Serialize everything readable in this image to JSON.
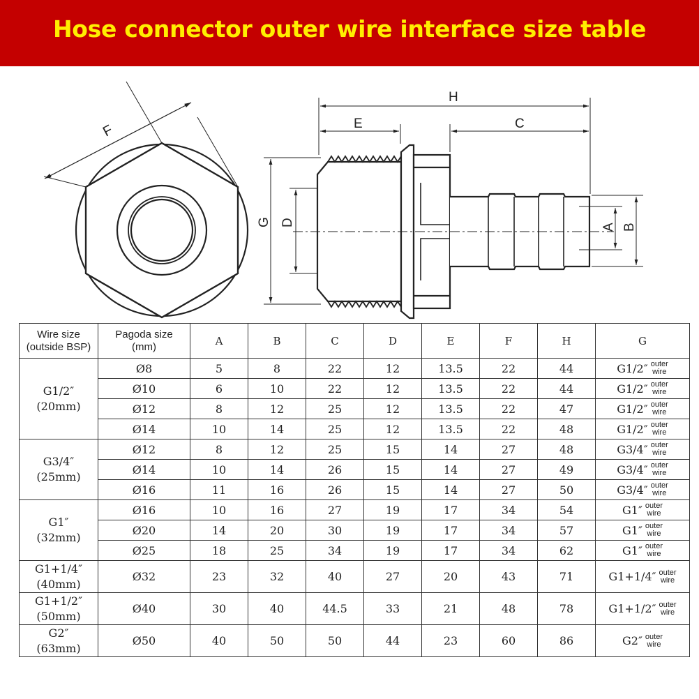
{
  "title": "Hose connector outer wire interface size table",
  "drawing": {
    "labels": {
      "F": "F",
      "H": "H",
      "E": "E",
      "C": "C",
      "G": "G",
      "D": "D",
      "A": "A",
      "B": "B"
    }
  },
  "table": {
    "headers": {
      "wire_size": [
        "Wire size",
        "(outside BSP)"
      ],
      "pagoda_size": [
        "Pagoda size",
        "(mm)"
      ],
      "A": "A",
      "B": "B",
      "C": "C",
      "D": "D",
      "E": "E",
      "F": "F",
      "H": "H",
      "G": "G"
    },
    "outer_note": [
      "outer",
      "wire"
    ],
    "groups": [
      {
        "size": "G1/2″",
        "mm": "(20mm)",
        "rows": [
          {
            "pagoda": "Ø8",
            "A": "5",
            "B": "8",
            "C": "22",
            "D": "12",
            "E": "13.5",
            "F": "22",
            "H": "44",
            "G": "G1/2″"
          },
          {
            "pagoda": "Ø10",
            "A": "6",
            "B": "10",
            "C": "22",
            "D": "12",
            "E": "13.5",
            "F": "22",
            "H": "44",
            "G": "G1/2″"
          },
          {
            "pagoda": "Ø12",
            "A": "8",
            "B": "12",
            "C": "25",
            "D": "12",
            "E": "13.5",
            "F": "22",
            "H": "47",
            "G": "G1/2″"
          },
          {
            "pagoda": "Ø14",
            "A": "10",
            "B": "14",
            "C": "25",
            "D": "12",
            "E": "13.5",
            "F": "22",
            "H": "48",
            "G": "G1/2″"
          }
        ]
      },
      {
        "size": "G3/4″",
        "mm": "(25mm)",
        "rows": [
          {
            "pagoda": "Ø12",
            "A": "8",
            "B": "12",
            "C": "25",
            "D": "15",
            "E": "14",
            "F": "27",
            "H": "48",
            "G": "G3/4″"
          },
          {
            "pagoda": "Ø14",
            "A": "10",
            "B": "14",
            "C": "26",
            "D": "15",
            "E": "14",
            "F": "27",
            "H": "49",
            "G": "G3/4″"
          },
          {
            "pagoda": "Ø16",
            "A": "11",
            "B": "16",
            "C": "26",
            "D": "15",
            "E": "14",
            "F": "27",
            "H": "50",
            "G": "G3/4″"
          }
        ]
      },
      {
        "size": "G1″",
        "mm": "(32mm)",
        "rows": [
          {
            "pagoda": "Ø16",
            "A": "10",
            "B": "16",
            "C": "27",
            "D": "19",
            "E": "17",
            "F": "34",
            "H": "54",
            "G": "G1″"
          },
          {
            "pagoda": "Ø20",
            "A": "14",
            "B": "20",
            "C": "30",
            "D": "19",
            "E": "17",
            "F": "34",
            "H": "57",
            "G": "G1″"
          },
          {
            "pagoda": "Ø25",
            "A": "18",
            "B": "25",
            "C": "34",
            "D": "19",
            "E": "17",
            "F": "34",
            "H": "62",
            "G": "G1″"
          }
        ]
      },
      {
        "size": "G1+1/4″",
        "mm": "(40mm)",
        "rows": [
          {
            "pagoda": "Ø32",
            "A": "23",
            "B": "32",
            "C": "40",
            "D": "27",
            "E": "20",
            "F": "43",
            "H": "71",
            "G": "G1+1/4″"
          }
        ]
      },
      {
        "size": "G1+1/2″",
        "mm": "(50mm)",
        "rows": [
          {
            "pagoda": "Ø40",
            "A": "30",
            "B": "40",
            "C": "44.5",
            "D": "33",
            "E": "21",
            "F": "48",
            "H": "78",
            "G": "G1+1/2″"
          }
        ]
      },
      {
        "size": "G2″",
        "mm": "(63mm)",
        "rows": [
          {
            "pagoda": "Ø50",
            "A": "40",
            "B": "50",
            "C": "50",
            "D": "44",
            "E": "23",
            "F": "60",
            "H": "86",
            "G": "G2″"
          }
        ]
      }
    ]
  },
  "colors": {
    "header_bg": "#c40000",
    "title_text": "#ffee00",
    "line": "#222222"
  }
}
